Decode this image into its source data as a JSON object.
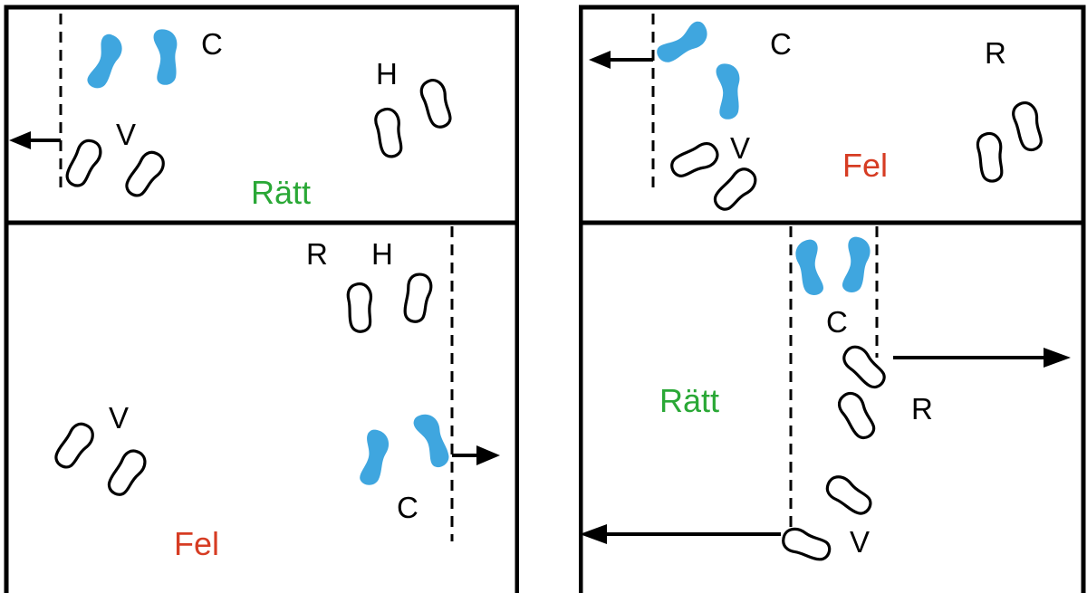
{
  "colors": {
    "player_foot": "#3fa6df",
    "correct_text": "#2aa836",
    "wrong_text": "#d63c23",
    "outline": "#000000"
  },
  "panels": [
    {
      "id": "top-left",
      "verdict": "Rätt",
      "verdict_kind": "correct",
      "labels": {
        "c": "C",
        "h": "H",
        "v": "V"
      }
    },
    {
      "id": "top-right",
      "verdict": "Fel",
      "verdict_kind": "wrong",
      "labels": {
        "c": "C",
        "r": "R",
        "v": "V"
      }
    },
    {
      "id": "bottom-left",
      "verdict": "Fel",
      "verdict_kind": "wrong",
      "labels": {
        "r": "R",
        "h": "H",
        "v": "V",
        "c": "C"
      }
    },
    {
      "id": "bottom-right",
      "verdict": "Rätt",
      "verdict_kind": "correct",
      "labels": {
        "c": "C",
        "r": "R",
        "v": "V"
      }
    }
  ]
}
